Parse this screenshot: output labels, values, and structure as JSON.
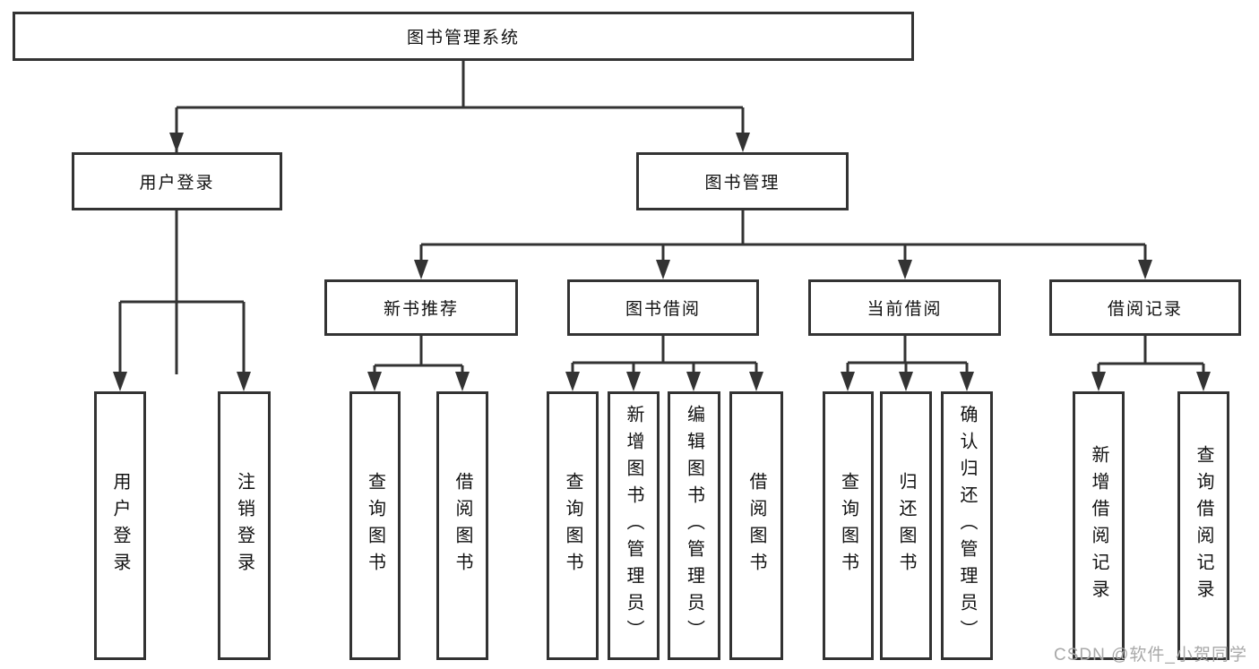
{
  "diagram": {
    "title": "图书管理系统",
    "level2": [
      {
        "label": "用户登录"
      },
      {
        "label": "图书管理"
      }
    ],
    "level3": [
      {
        "label": "新书推荐"
      },
      {
        "label": "图书借阅"
      },
      {
        "label": "当前借阅"
      },
      {
        "label": "借阅记录"
      }
    ],
    "leaves": {
      "userLogin": [
        {
          "label": "用户登录"
        },
        {
          "label": "注销登录"
        }
      ],
      "newBook": [
        {
          "label": "查询图书"
        },
        {
          "label": "借阅图书"
        }
      ],
      "bookBorrow": [
        {
          "label": "查询图书"
        },
        {
          "label": "新增图书（管理员）"
        },
        {
          "label": "编辑图书（管理员）"
        },
        {
          "label": "借阅图书"
        }
      ],
      "currentBorrow": [
        {
          "label": "查询图书"
        },
        {
          "label": "归还图书"
        },
        {
          "label": "确认归还（管理员）"
        }
      ],
      "borrowRecord": [
        {
          "label": "新增借阅记录"
        },
        {
          "label": "查询借阅记录"
        }
      ]
    }
  },
  "watermark": {
    "text": "CSDN @软件_小贺同学"
  },
  "colors": {
    "line": "#333333",
    "text": "#111111",
    "watermark": "#a9a9a9",
    "background": "#ffffff"
  }
}
